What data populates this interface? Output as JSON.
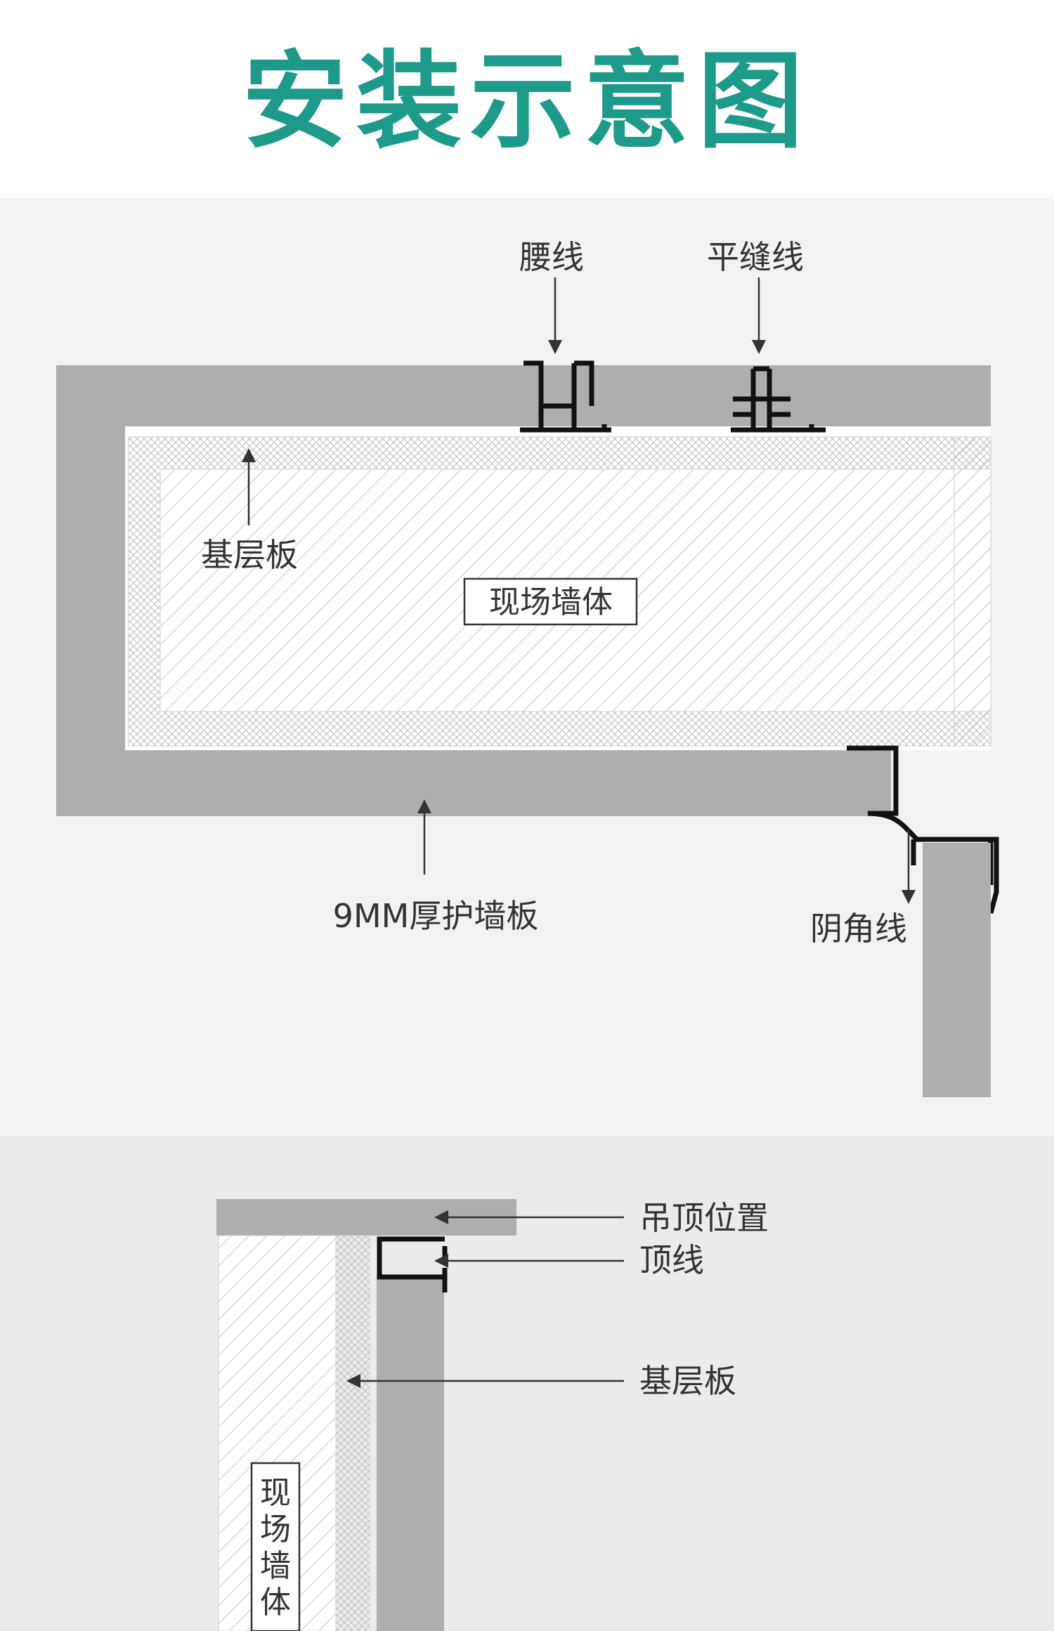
{
  "title": "安装示意图",
  "colors": {
    "title": "#1e9a8a",
    "panel": "#aeaeae",
    "wall_hatch": "#c8c8c8",
    "line": "#222222",
    "section_bg": "#f2f2f2",
    "section_bg_2": "#ebebeb"
  },
  "diagram_plan": {
    "labels": {
      "waist_line": "腰线",
      "flat_seam_line": "平缝线",
      "base_board": "基层板",
      "site_wall": "现场墙体",
      "wall_panel": "9MM厚护墙板",
      "inside_corner_line": "阴角线"
    }
  },
  "diagram_section": {
    "labels": {
      "ceiling_position": "吊顶位置",
      "top_line": "顶线",
      "base_board": "基层板",
      "site_wall": [
        "现",
        "场",
        "墙",
        "体"
      ]
    }
  }
}
